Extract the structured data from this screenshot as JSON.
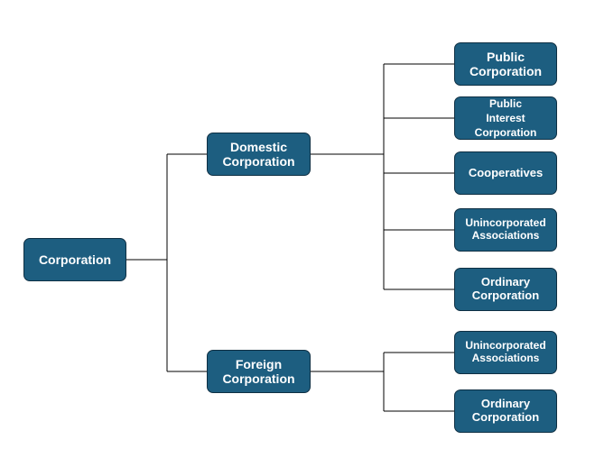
{
  "colors": {
    "node_fill": "#1d5e80",
    "node_border": "#0e2f43",
    "node_text": "#ffffff",
    "connector": "#000000"
  },
  "root": {
    "label": "Corporation"
  },
  "branches": {
    "domestic": {
      "label": "Domestic\nCorporation",
      "children": [
        "Public\nCorporation",
        "Public\nInterest\nCorporation",
        "Cooperatives",
        "Unincorporated\nAssociations",
        "Ordinary\nCorporation"
      ]
    },
    "foreign": {
      "label": "Foreign\nCorporation",
      "children": [
        "Unincorporated\nAssociations",
        "Ordinary\nCorporation"
      ]
    }
  }
}
